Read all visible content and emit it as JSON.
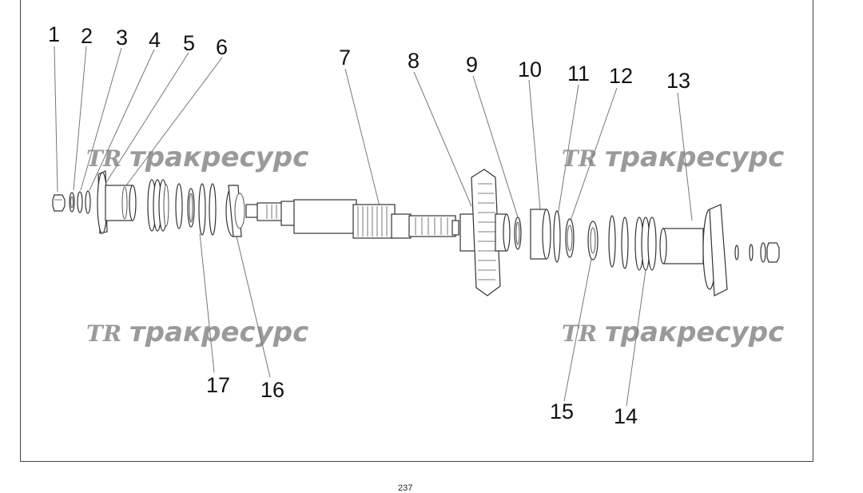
{
  "callouts": [
    "1",
    "2",
    "3",
    "4",
    "5",
    "6",
    "7",
    "8",
    "9",
    "10",
    "11",
    "12",
    "13",
    "14",
    "15",
    "16",
    "17"
  ],
  "watermark": {
    "logo": "ТR",
    "text": "тракресурс"
  },
  "page_number": "237"
}
